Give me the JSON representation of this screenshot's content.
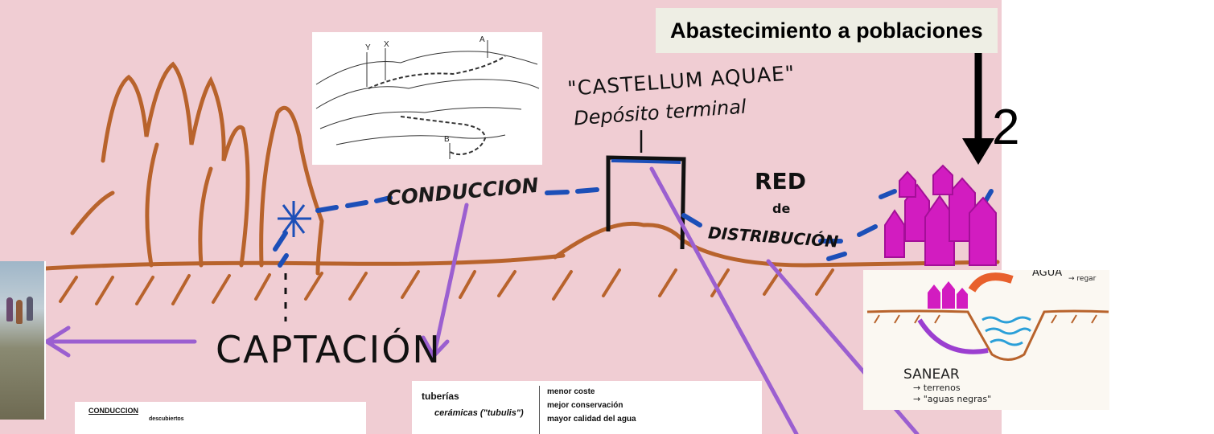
{
  "banner": {
    "title": "Abastecimiento a poblaciones",
    "number": "2"
  },
  "labels": {
    "castellum": "\"CASTELLUM AQUAE\"",
    "deposito": "Depósito terminal",
    "conduccion": "CONDUCCION",
    "red": "RED",
    "de": "de",
    "distribucion": "DISTRIBUCIÓN",
    "captacion": "CAPTACIÓN"
  },
  "sketch": {
    "markers": [
      "Y",
      "X",
      "A",
      "B"
    ]
  },
  "table_conduccion": {
    "title": "CONDUCCION",
    "row1": "descubiertos"
  },
  "table_tuberias": {
    "left": [
      "tuberías",
      "cerámicas (\"tubulis\")"
    ],
    "right": [
      "menor coste",
      "mejor conservación",
      "mayor calidad del agua"
    ]
  },
  "sanear_inset": {
    "top_text": "AGUA",
    "regar": "→ regar",
    "title": "SANEAR",
    "item1": "→ terrenos",
    "item2": "→ \"aguas negras\""
  },
  "colors": {
    "background": "#f0cdd3",
    "water": "#1c4fb8",
    "terrain": "#b8632c",
    "arrows": "#9b5fd0",
    "houses": "#d21cc0"
  }
}
